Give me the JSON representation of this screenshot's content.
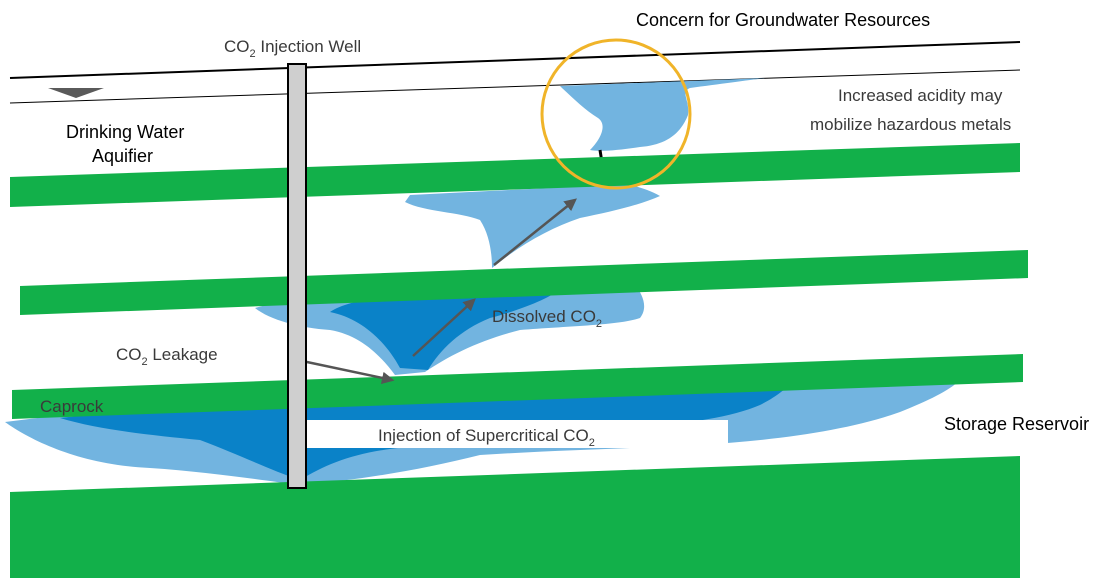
{
  "labels": {
    "injection_well": "CO",
    "injection_well_sub": "2",
    "injection_well_rest": " Injection Well",
    "concern_title": "Concern for Groundwater Resources",
    "acidity_line1": "Increased acidity may",
    "acidity_line2": "mobilize hazardous metals",
    "aquifer_line1": "Drinking Water",
    "aquifer_line2": "Aquifier",
    "dissolved": "Dissolved CO",
    "dissolved_sub": "2",
    "leakage": "CO",
    "leakage_sub": "2",
    "leakage_rest": " Leakage",
    "caprock": "Caprock",
    "injection_super": "Injection of Supercritical CO",
    "injection_super_sub": "2",
    "storage": "Storage Reservoir"
  },
  "colors": {
    "rock_layer": "#12b04a",
    "plume_light": "#72b4e0",
    "plume_dark": "#0a82c8",
    "well": "#cfcfcf",
    "arrow": "#555555",
    "highlight_circle": "#f0b429",
    "water_table_marker": "#5a5a5a"
  }
}
